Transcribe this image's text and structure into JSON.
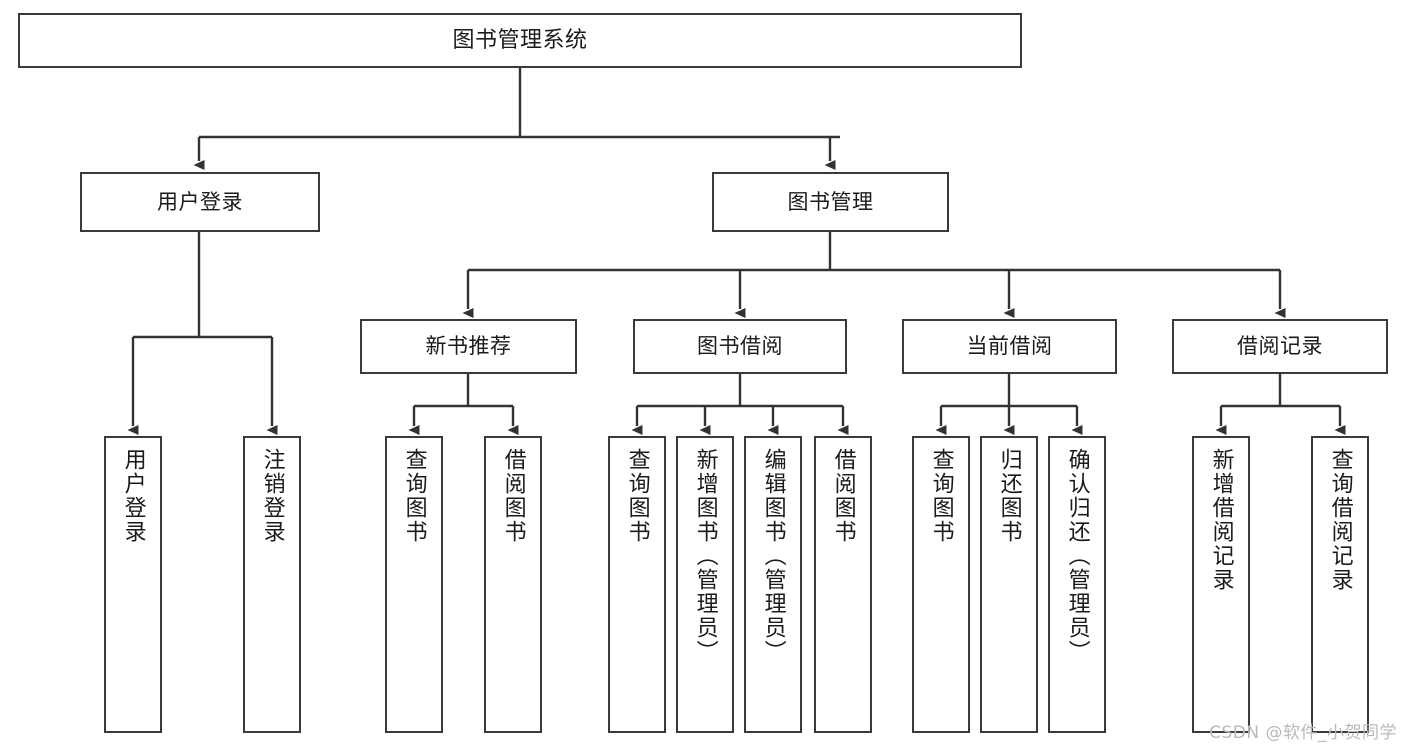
{
  "diagram": {
    "title_text": "图书管理系统",
    "type": "function-structure-tree",
    "colors": {
      "background": "#ffffff",
      "box_border": "#3a3a3a",
      "box_fill": "#ffffff",
      "edge": "#333333",
      "text": "#1b1b1b",
      "watermark": "#b9b9b9"
    }
  },
  "nodes": {
    "root": {
      "label": "图书管理系统",
      "level": 1
    },
    "level2": [
      {
        "id": "user-login",
        "label": "用户登录"
      },
      {
        "id": "book-management",
        "label": "图书管理"
      }
    ],
    "level3": [
      {
        "id": "new-book-recommend",
        "label": "新书推荐",
        "parent": "book-management"
      },
      {
        "id": "book-borrow",
        "label": "图书借阅",
        "parent": "book-management"
      },
      {
        "id": "current-borrow",
        "label": "当前借阅",
        "parent": "book-management"
      },
      {
        "id": "borrow-record",
        "label": "借阅记录",
        "parent": "book-management"
      }
    ],
    "leaves": [
      {
        "id": "leaf-user-login",
        "label": "用户登录",
        "parent": "user-login"
      },
      {
        "id": "leaf-logout-login",
        "label": "注销登录",
        "parent": "user-login"
      },
      {
        "id": "leaf-query-book-1",
        "label": "查询图书",
        "parent": "new-book-recommend"
      },
      {
        "id": "leaf-borrow-book-1",
        "label": "借阅图书",
        "parent": "new-book-recommend"
      },
      {
        "id": "leaf-query-book-2",
        "label": "查询图书",
        "parent": "book-borrow"
      },
      {
        "id": "leaf-add-book",
        "label": "新增图书（管理员）",
        "parent": "book-borrow"
      },
      {
        "id": "leaf-edit-book",
        "label": "编辑图书（管理员）",
        "parent": "book-borrow"
      },
      {
        "id": "leaf-borrow-book-2",
        "label": "借阅图书",
        "parent": "book-borrow"
      },
      {
        "id": "leaf-query-book-3",
        "label": "查询图书",
        "parent": "current-borrow"
      },
      {
        "id": "leaf-return-book",
        "label": "归还图书",
        "parent": "current-borrow"
      },
      {
        "id": "leaf-confirm-return",
        "label": "确认归还（管理员）",
        "parent": "current-borrow"
      },
      {
        "id": "leaf-add-record",
        "label": "新增借阅记录",
        "parent": "borrow-record"
      },
      {
        "id": "leaf-query-record",
        "label": "查询借阅记录",
        "parent": "borrow-record"
      }
    ]
  },
  "watermark": {
    "text": "CSDN @软件_小贺同学"
  }
}
